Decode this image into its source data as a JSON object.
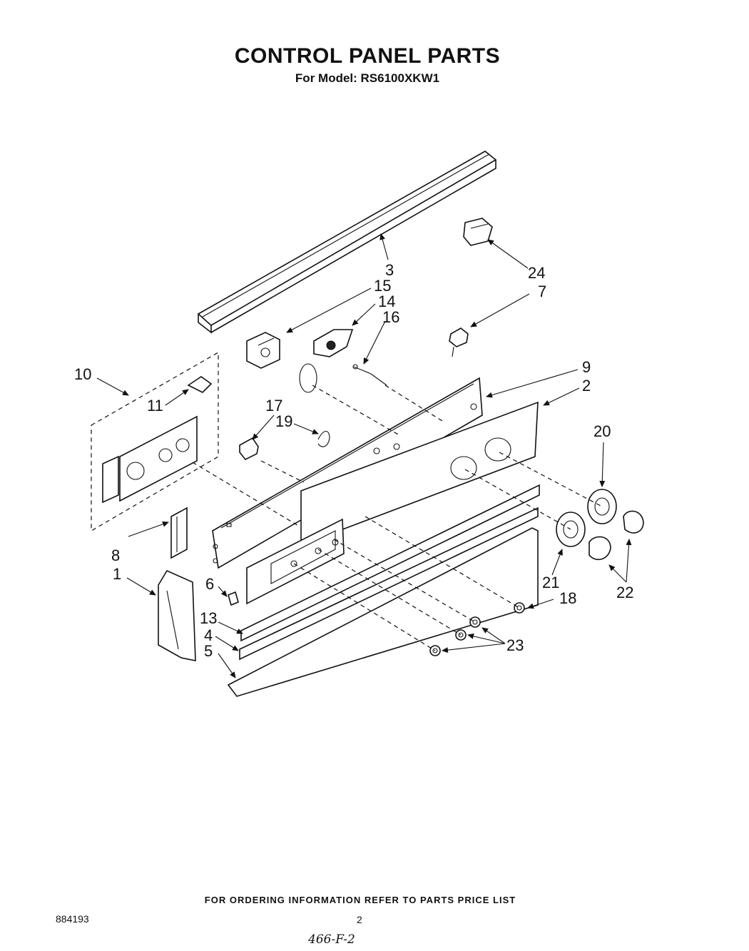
{
  "header": {
    "title": "CONTROL PANEL PARTS",
    "model_line": "For Model: RS6100XKW1"
  },
  "callouts": [
    "1",
    "2",
    "3",
    "4",
    "5",
    "6",
    "7",
    "8",
    "9",
    "10",
    "11",
    "13",
    "14",
    "15",
    "16",
    "17",
    "18",
    "19",
    "20",
    "21",
    "22",
    "23",
    "24"
  ],
  "footer": {
    "ordering_note": "FOR ORDERING INFORMATION REFER TO PARTS PRICE LIST",
    "document_number": "884193",
    "page_number": "2",
    "handwritten_note": "466-F-2"
  }
}
